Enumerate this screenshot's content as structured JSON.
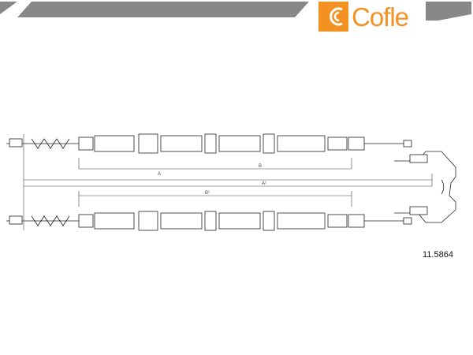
{
  "brand": {
    "name": "Cofle",
    "color": "#f39223"
  },
  "part_number": "11.5864",
  "dimensions": {
    "a": "A",
    "b": "B",
    "a1": "A¹",
    "b1": "B¹"
  },
  "colors": {
    "line": "#222222",
    "accent": "#f39223",
    "header": "#888888"
  }
}
